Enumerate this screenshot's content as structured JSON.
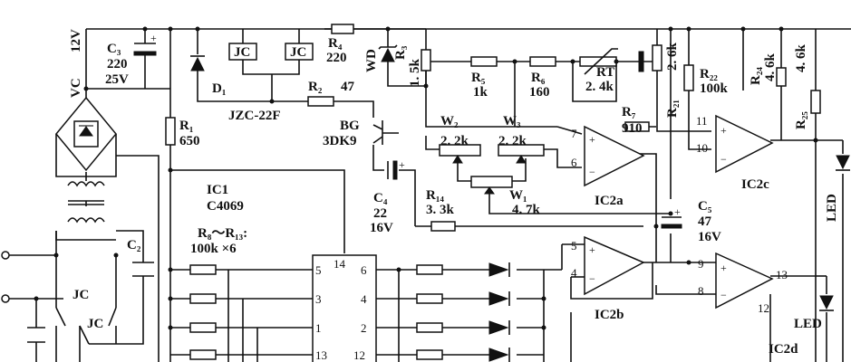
{
  "supply": {
    "vc": "VC",
    "volts": "12V"
  },
  "C3": {
    "name": "C₃",
    "v1": "220",
    "v2": "25V"
  },
  "D1": "D₁",
  "jc_coil_a": "JC",
  "jc_coil_b": "JC",
  "relay_model": "JZC-22F",
  "R4": {
    "name": "R₄",
    "value": "220"
  },
  "WD": "WD",
  "R3": {
    "name": "R₃",
    "value": "1. 5k"
  },
  "R1": {
    "name": "R₁",
    "value": "650"
  },
  "R2": {
    "name": "R₂",
    "value": "47"
  },
  "BG": {
    "name": "BG",
    "model": "3DK9"
  },
  "C4": {
    "name": "C₄",
    "v1": "22",
    "v2": "16V"
  },
  "C2": "C₂",
  "contacts": {
    "jc1": "JC",
    "jc2": "JC"
  },
  "IC1": {
    "name": "IC1",
    "model": "C4069",
    "r_range": "R₈～R₁₃:",
    "r_value": "100k ×6"
  },
  "R5": {
    "name": "R₅",
    "value": "1k"
  },
  "R6": {
    "name": "R₆",
    "value": "160"
  },
  "RT": {
    "name": "RT",
    "value": "2. 4k"
  },
  "R7": {
    "name": "R₇",
    "value": "910"
  },
  "W2": {
    "name": "W₂",
    "value": "2. 2k"
  },
  "W3": {
    "name": "W₃",
    "value": "2. 2k"
  },
  "W1": {
    "name": "W₁",
    "value": "4. 7k"
  },
  "R14": {
    "name": "R₁₄",
    "value": "3. 3k"
  },
  "R21": {
    "name": "R₂₁",
    "value": "2. 6k"
  },
  "R22": {
    "name": "R₂₂",
    "value": "100k"
  },
  "R24": {
    "name": "R₂₄",
    "value": "4. 6k"
  },
  "R25": {
    "name": "R₂₅",
    "value": "4. 6k"
  },
  "C5": {
    "name": "C₅",
    "v1": "47",
    "v2": "16V"
  },
  "ic2a": {
    "name": "IC2a",
    "pin_plus": "7",
    "pin_minus": "6"
  },
  "ic2b": {
    "name": "IC2b",
    "pin_plus": "5",
    "pin_minus": "4"
  },
  "ic2c": {
    "name": "IC2c",
    "pin_plus": "11",
    "pin_minus": "10"
  },
  "ic2d": {
    "name": "IC2d",
    "pin_plus": "9",
    "pin_minus": "8",
    "pin_out": "13",
    "pin_12": "12"
  },
  "ic1_pins": {
    "p5": "5",
    "p14": "14",
    "p6": "6",
    "p3": "3",
    "p4": "4",
    "p1": "1",
    "p2": "2",
    "p13": "13",
    "p12": "12"
  },
  "led1": "LED",
  "led2": "LED",
  "symbols": {
    "plus": "+",
    "minus": "−"
  }
}
